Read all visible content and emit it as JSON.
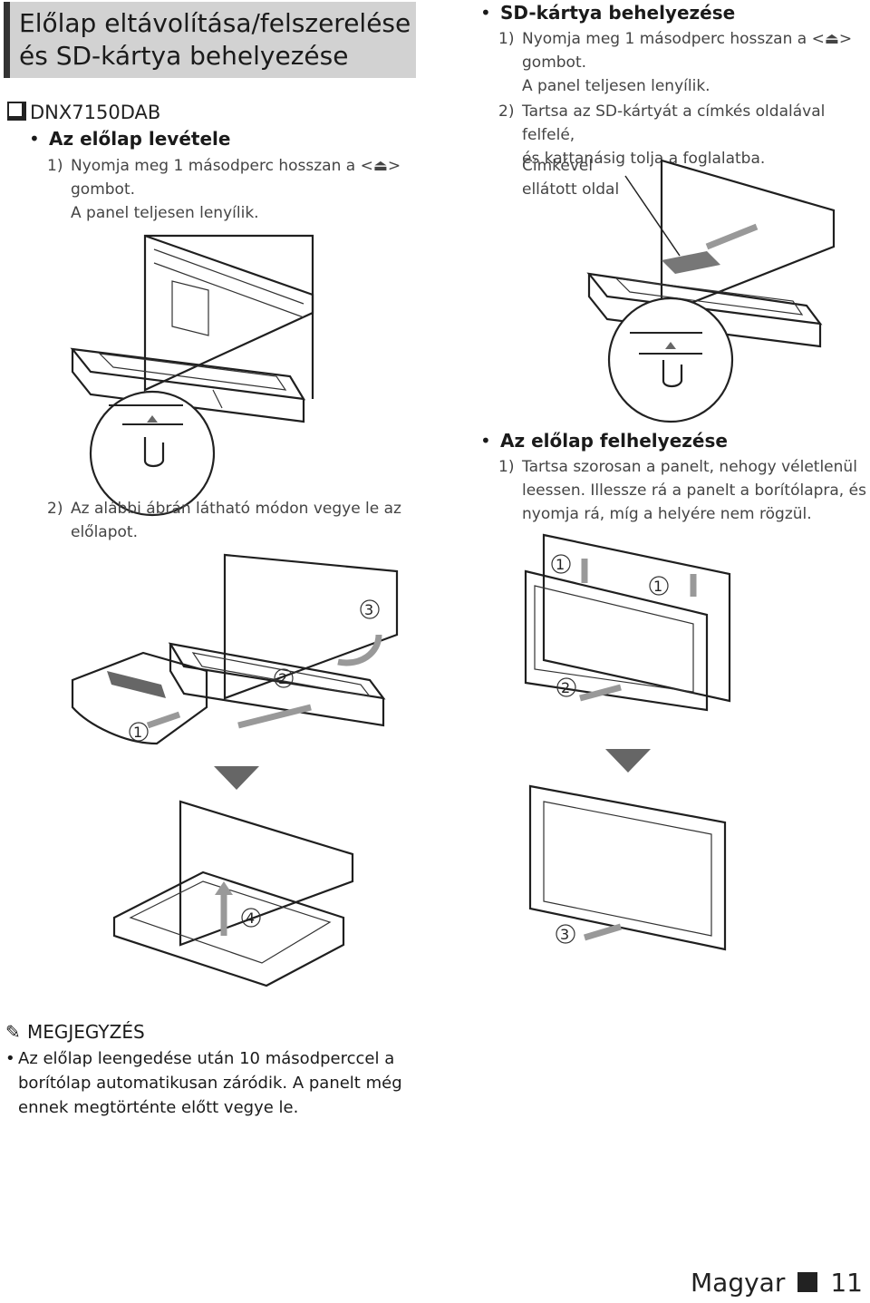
{
  "title": {
    "line1": "Előlap eltávolítása/felszerelése",
    "line2": "és SD-kártya behelyezése"
  },
  "model": "DNX7150DAB",
  "remove": {
    "heading": "Az előlap levétele",
    "step1_num": "1)",
    "step1_lines": [
      "Nyomja meg 1 másodperc hosszan a <⏏>",
      "gombot.",
      "A panel teljesen lenyílik."
    ],
    "step2_num": "2)",
    "step2_lines": [
      "Az alábbi ábrán látható módon vegye le az",
      "előlapot."
    ]
  },
  "sd": {
    "heading": "SD-kártya behelyezése",
    "step1_num": "1)",
    "step1_lines": [
      "Nyomja meg 1 másodperc hosszan a <⏏>",
      "gombot.",
      "A panel teljesen lenyílik."
    ],
    "step2_num": "2)",
    "step2_lines": [
      "Tartsa az SD-kártyát a címkés oldalával felfelé,",
      "és kattanásig tolja a foglalatba."
    ],
    "callout_lines": [
      "Címkével",
      "ellátott oldal"
    ]
  },
  "attach": {
    "heading": "Az előlap felhelyezése",
    "step1_num": "1)",
    "step1_lines": [
      "Tartsa szorosan a panelt, nehogy véletlenül",
      "leessen. Illessze rá a panelt a borítólapra, és",
      "nyomja rá, míg a helyére nem rögzül."
    ]
  },
  "figure_markers": {
    "n1": "1",
    "n2": "2",
    "n3": "3",
    "n4": "4"
  },
  "note": {
    "title": "MEGJEGYZÉS",
    "lines": [
      "Az előlap leengedése után 10 másodperccel a",
      "borítólap automatikusan záródik. A panelt még",
      "ennek megtörténte előtt vegye le."
    ]
  },
  "footer": {
    "language": "Magyar",
    "page": "11"
  }
}
